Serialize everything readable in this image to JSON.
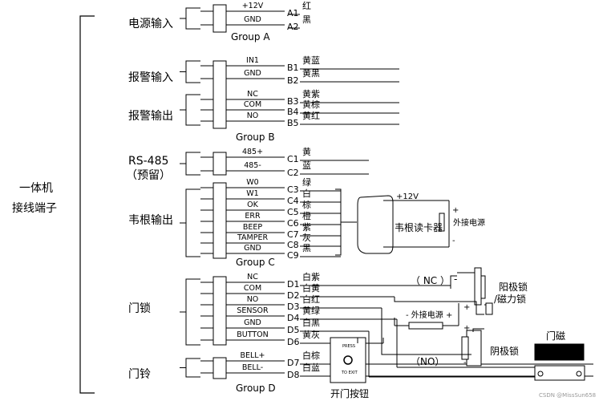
{
  "main_label": [
    "一体机",
    "接线端子"
  ],
  "sections": {
    "power_in": "电源输入",
    "alarm_in": "报警输入",
    "alarm_out": "报警输出",
    "rs485_a": "RS-485",
    "rs485_b": "（预留）",
    "wiegand_out": "韦根输出",
    "door_lock": "门锁",
    "doorbell": "门铃"
  },
  "groups": {
    "a": "Group A",
    "b": "Group B",
    "c": "Group C",
    "d": "Group D"
  },
  "terminals": [
    {
      "signal": "+12V",
      "pin": "A1",
      "color": "红"
    },
    {
      "signal": "GND",
      "pin": "A2",
      "color": "黑"
    },
    {
      "signal": "IN1",
      "pin": "B1",
      "color": "黄蓝"
    },
    {
      "signal": "GND",
      "pin": "B2",
      "color": "黄黑"
    },
    {
      "signal": "NC",
      "pin": "B3",
      "color": "黄紫"
    },
    {
      "signal": "COM",
      "pin": "B4",
      "color": "黄棕"
    },
    {
      "signal": "NO",
      "pin": "B5",
      "color": "黄红"
    },
    {
      "signal": "485+",
      "pin": "C1",
      "color": "黄"
    },
    {
      "signal": "485-",
      "pin": "C2",
      "color": "蓝"
    },
    {
      "signal": "W0",
      "pin": "C3",
      "color": "绿"
    },
    {
      "signal": "W1",
      "pin": "C4",
      "color": "白"
    },
    {
      "signal": "OK",
      "pin": "C5",
      "color": "棕"
    },
    {
      "signal": "ERR",
      "pin": "C6",
      "color": "橙"
    },
    {
      "signal": "BEEP",
      "pin": "C7",
      "color": "紫"
    },
    {
      "signal": "TAMPER",
      "pin": "C8",
      "color": "灰"
    },
    {
      "signal": "GND",
      "pin": "C9",
      "color": "黑"
    },
    {
      "signal": "NC",
      "pin": "D1",
      "color": "白紫"
    },
    {
      "signal": "COM",
      "pin": "D2",
      "color": "白黄"
    },
    {
      "signal": "NO",
      "pin": "D3",
      "color": "白红"
    },
    {
      "signal": "SENSOR",
      "pin": "D4",
      "color": "黄绿"
    },
    {
      "signal": "GND",
      "pin": "D5",
      "color": "白黑"
    },
    {
      "signal": "BUTTON",
      "pin": "D6",
      "color": "黄灰"
    },
    {
      "signal": "BELL+",
      "pin": "D7",
      "color": "白棕"
    },
    {
      "signal": "BELL-",
      "pin": "D8",
      "color": "白蓝"
    }
  ],
  "devices": {
    "reader_name": "韦根读卡器",
    "reader_supply": "+12V",
    "ext_power": "外接电源",
    "ext_power_dash": "- 外接电源 +",
    "nc_label": "（ NC ）",
    "no_label": "（NO）",
    "anode_lock_a": "阳极锁",
    "anode_lock_b": "/磁力锁",
    "cathode_lock": "阴极锁",
    "door_magnet": "门磁",
    "exit_button": "开门按钮",
    "button_top": "PRESS",
    "button_bottom": "TO EXIT",
    "plus": "+",
    "minus": "-"
  },
  "credit": "CSDN @MissSun658"
}
